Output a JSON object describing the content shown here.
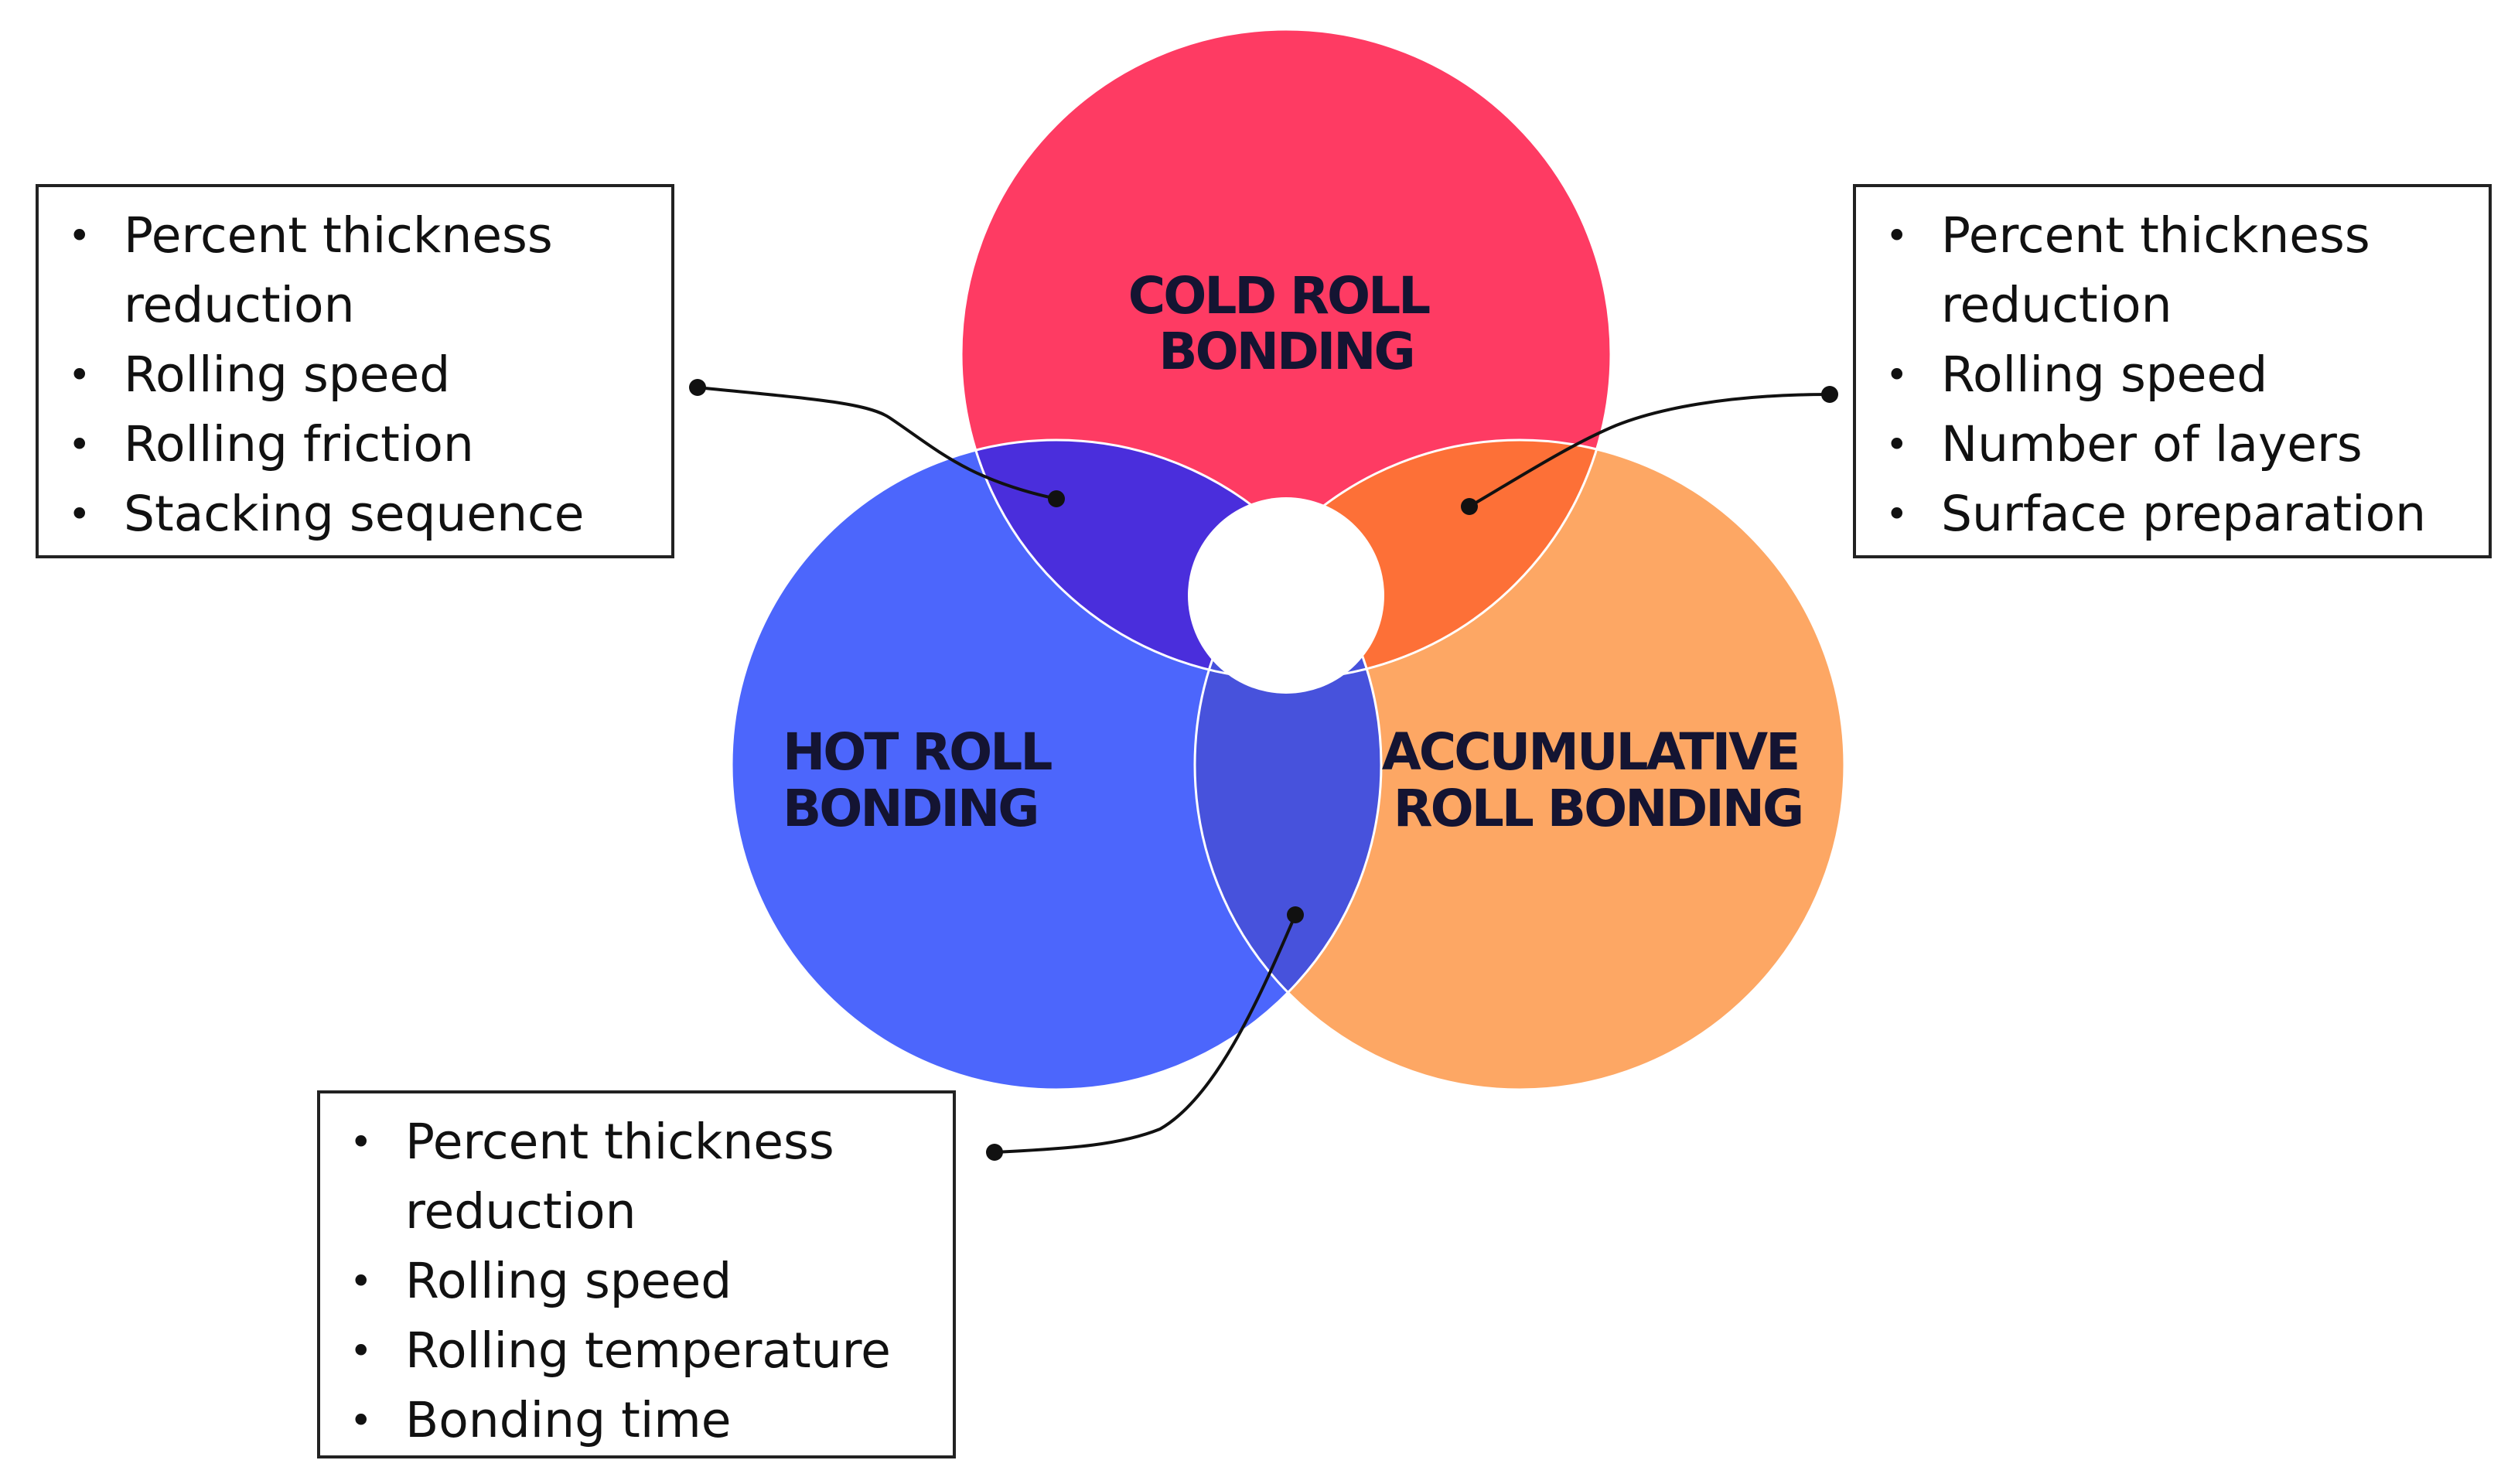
{
  "circles": [
    {
      "id": "cold",
      "label_lines": [
        "COLD ROLL",
        "BONDING"
      ],
      "color": "#fe3b63"
    },
    {
      "id": "hot",
      "label_lines": [
        "HOT ROLL",
        "BONDING"
      ],
      "color": "#4c66fc"
    },
    {
      "id": "accumulative",
      "label_lines": [
        "ACCUMULATIVE",
        "ROLL BONDING"
      ],
      "color": "#fda764"
    }
  ],
  "overlap_colors": {
    "cold_hot": "#4a2edc",
    "cold_accumulative": "#fd7037",
    "hot_accumulative": "#4752dc"
  },
  "callouts": {
    "cold_hot": {
      "items": [
        "Percent thickness reduction",
        "Rolling speed",
        "Rolling friction",
        "Stacking sequence"
      ]
    },
    "cold_accumulative": {
      "items": [
        "Percent thickness reduction",
        "Rolling speed",
        "Number of layers",
        "Surface preparation"
      ]
    },
    "hot_accumulative": {
      "items": [
        "Percent thickness reduction",
        "Rolling speed",
        "Rolling temperature",
        "Bonding time"
      ]
    }
  }
}
